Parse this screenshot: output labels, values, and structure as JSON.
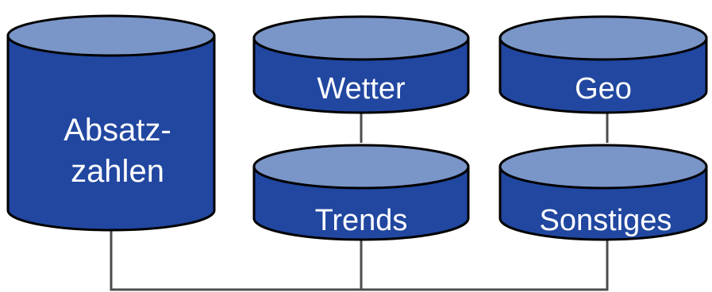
{
  "diagram": {
    "colors": {
      "body": "#2147a0",
      "top": "#7a95c8",
      "outline": "#000000",
      "connector": "#4d4d4d",
      "text": "#ffffff"
    },
    "databases": [
      {
        "id": "absatzzahlen",
        "lines": [
          "Absatz-",
          "zahlen"
        ]
      },
      {
        "id": "wetter",
        "lines": [
          "Wetter"
        ]
      },
      {
        "id": "geo",
        "lines": [
          "Geo"
        ]
      },
      {
        "id": "trends",
        "lines": [
          "Trends"
        ]
      },
      {
        "id": "sonstiges",
        "lines": [
          "Sonstiges"
        ]
      }
    ]
  }
}
